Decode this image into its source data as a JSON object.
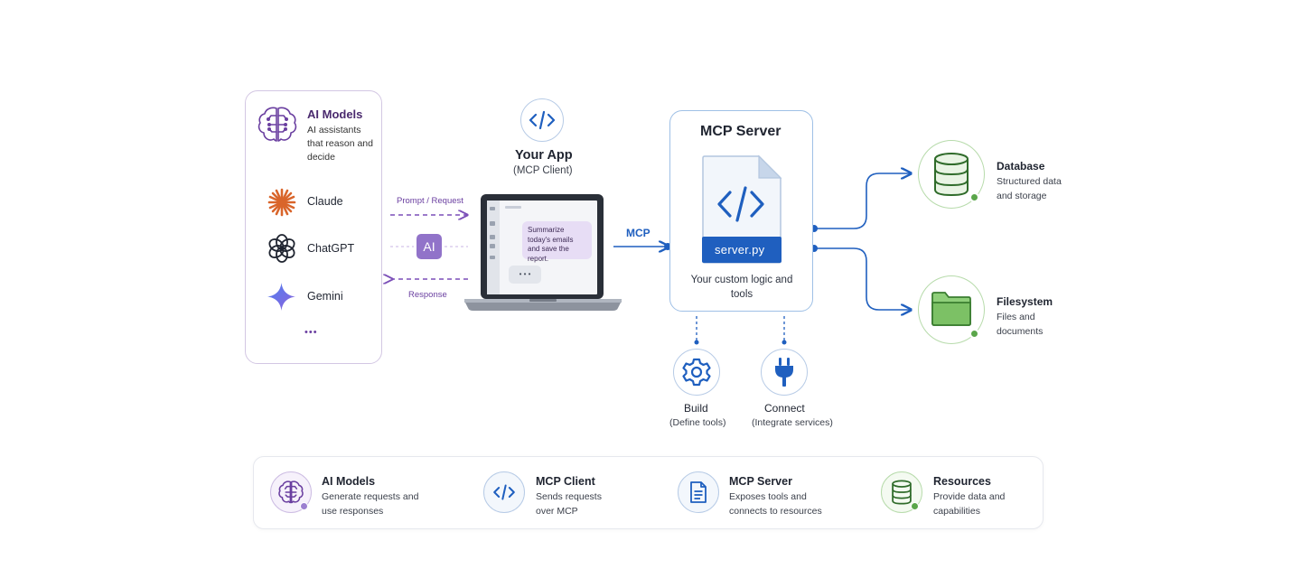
{
  "models": {
    "title": "AI Models",
    "description": "AI assistants that reason and decide",
    "items": [
      {
        "label": "Claude",
        "icon": "claude-icon"
      },
      {
        "label": "ChatGPT",
        "icon": "chatgpt-icon"
      },
      {
        "label": "Gemini",
        "icon": "gemini-icon"
      }
    ],
    "more": "•••"
  },
  "flow": {
    "request_label": "Prompt / Request",
    "response_label": "Response",
    "ai_badge": "AI",
    "mcp_label": "MCP"
  },
  "app": {
    "title": "Your App",
    "subtitle": "(MCP Client)",
    "message": "Summarize today's emails and save the report.",
    "typing": "• • •"
  },
  "server": {
    "title": "MCP Server",
    "file_name": "server.py",
    "description": "Your custom logic and tools"
  },
  "resources": [
    {
      "title": "Database",
      "description": "Structured data and storage",
      "icon": "database-icon"
    },
    {
      "title": "Filesystem",
      "description": "Files and documents",
      "icon": "folder-icon"
    }
  ],
  "tools": [
    {
      "title": "Build",
      "subtitle": "(Define tools)",
      "icon": "gear-icon"
    },
    {
      "title": "Connect",
      "subtitle": "(Integrate services)",
      "icon": "plug-icon"
    }
  ],
  "summary": [
    {
      "title": "AI Models",
      "description": "Generate requests and use responses",
      "icon": "brain-icon"
    },
    {
      "title": "MCP Client",
      "description": "Sends requests over MCP",
      "icon": "code-icon"
    },
    {
      "title": "MCP Server",
      "description": "Exposes tools and connects to resources",
      "icon": "document-icon"
    },
    {
      "title": "Resources",
      "description": "Provide data and capabilities",
      "icon": "database-icon"
    }
  ],
  "colors": {
    "purple": "#7b4fb8",
    "blue": "#1f5fbf",
    "green": "#5aa64a",
    "claude_orange": "#d9652b"
  }
}
